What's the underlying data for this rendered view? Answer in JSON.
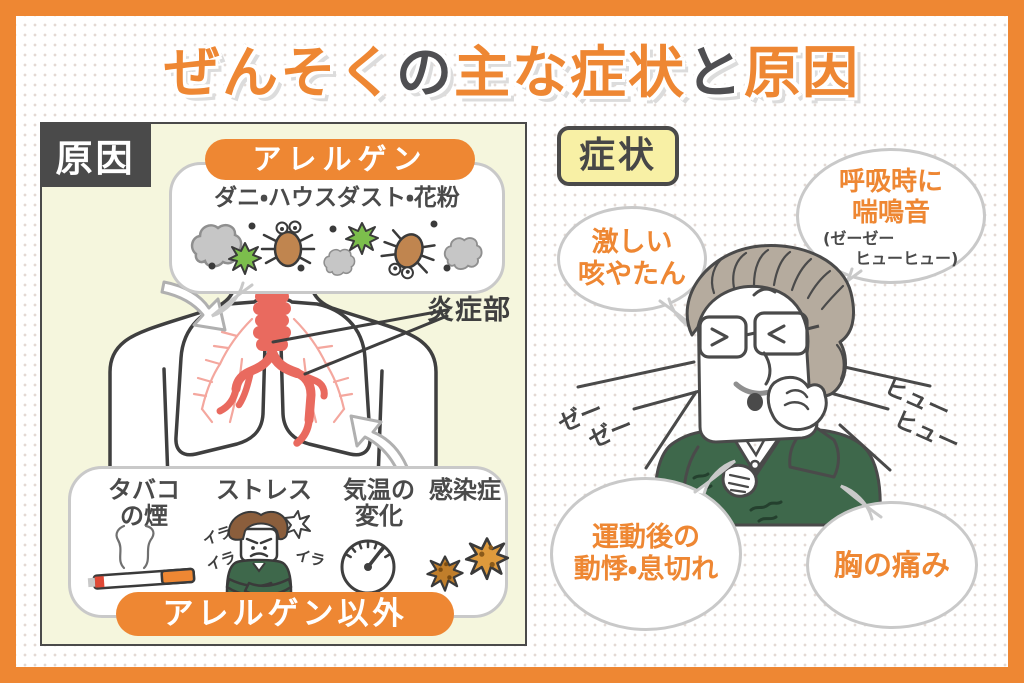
{
  "title": {
    "parts": [
      {
        "text": "ぜんそく",
        "color": "#EE8733"
      },
      {
        "text": "の",
        "color": "#4F4F52"
      },
      {
        "text": "主な症状",
        "color": "#EE8733"
      },
      {
        "text": "と",
        "color": "#4F4F52"
      },
      {
        "text": "原因",
        "color": "#EE8733"
      }
    ]
  },
  "causes": {
    "label": "原因",
    "allergen": {
      "header": "アレルゲン",
      "examples": "ダニ・ハウスダスト・花粉",
      "icons": [
        "dust-cloud-icon",
        "pollen-icon",
        "mite-icon",
        "dust-particle-icon"
      ]
    },
    "inflamed_label": "炎症部",
    "non_allergen": {
      "header": "アレルゲン以外",
      "items": [
        {
          "line1": "タバコ",
          "line2": "の煙",
          "icon": "cigarette-smoke-icon"
        },
        {
          "line1": "ストレス",
          "line2": "",
          "icon": "stressed-man-icon",
          "fx": "イラ"
        },
        {
          "line1": "気温の",
          "line2": "変化",
          "icon": "temperature-gauge-icon"
        },
        {
          "line1": "感染症",
          "line2": "",
          "icon": "virus-icon"
        }
      ]
    }
  },
  "symptoms": {
    "label": "症状",
    "bubbles": [
      {
        "line1": "激しい",
        "line2": "咳やたん"
      },
      {
        "line1": "呼吸時に",
        "line2": "喘鳴音",
        "sub1": "(ゼーゼー",
        "sub2": "ヒューヒュー)"
      },
      {
        "line1": "運動後の",
        "line2": "動悸・息切れ"
      },
      {
        "line1": "胸の痛み",
        "line2": ""
      }
    ],
    "sfx_left": {
      "line1": "ゼー",
      "line2": "ゼー"
    },
    "sfx_right": {
      "line1": "ヒュー",
      "line2": "ヒュー"
    }
  },
  "colors": {
    "accent_orange": "#EE8733",
    "dark_gray": "#4A4A4A",
    "panel_bg": "#F5F6DD",
    "symptom_label_bg": "#F8F0A5",
    "bubble_border": "#C9C9C9",
    "sweater_green": "#3E684B",
    "hair_taupe": "#B5AB9E",
    "airway_red": "#E96A5F",
    "vessel_pink": "#F4A79E",
    "mite_brown": "#C0854F",
    "pollen_green": "#7CBE4C",
    "dust_gray": "#C6C6C6",
    "virus_orange": "#D0892F",
    "stress_hair_brown": "#8B5E3C"
  }
}
